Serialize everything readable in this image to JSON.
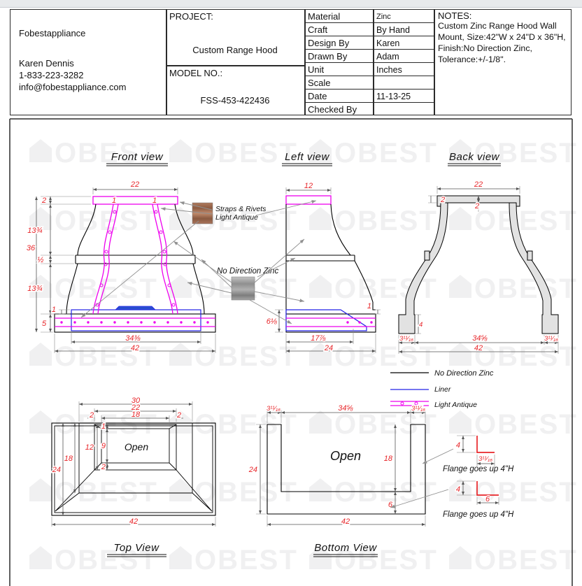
{
  "title_block": {
    "company": {
      "name": "Fobestappliance",
      "contact": "Karen Dennis",
      "phone": "1-833-223-3282",
      "email": "info@fobestappliance.com"
    },
    "project_label": "PROJECT:",
    "project_name": "Custom Range Hood",
    "model_label": "MODEL NO.:",
    "model_number": "FSS-453-422436",
    "fields": [
      {
        "label": "Material",
        "value": "Zinc"
      },
      {
        "label": "Craft",
        "value": "By Hand"
      },
      {
        "label": "Design By",
        "value": "Karen"
      },
      {
        "label": "Drawn By",
        "value": "Adam"
      },
      {
        "label": "Unit",
        "value": "Inches"
      },
      {
        "label": "Scale",
        "value": ""
      },
      {
        "label": "Date",
        "value": "11-13-25"
      },
      {
        "label": "Checked By",
        "value": ""
      }
    ],
    "notes_label": "NOTES:",
    "notes_text": "Custom Zinc Range Hood Wall Mount, Size:42\"W x 24\"D x 36\"H, Finish:No Direction Zinc, Tolerance:+/-1/8\"."
  },
  "views": {
    "front": {
      "title": "Front view",
      "dim_top_width": "22",
      "dim_crown_height": "2",
      "dim_upper_height": "13¾",
      "dim_total_height": "36",
      "dim_band_height": "½",
      "dim_lower_height": "13¾",
      "dim_liner_offset": "1",
      "dim_base_height": "5",
      "dim_liner_width": "34⅜",
      "dim_base_width": "42",
      "dim_strap_left": "1",
      "dim_strap_right": "1"
    },
    "left": {
      "title": "Left view",
      "dim_top_depth": "12",
      "dim_step": "1",
      "dim_base_height": "6⅛",
      "dim_liner_depth": "17⅞",
      "dim_base_depth": "24"
    },
    "back": {
      "title": "Back view",
      "dim_top_width": "22",
      "dim_end": "2",
      "dim_center": "2",
      "dim_foot_height": "4",
      "dim_inner_width": "34⅝",
      "dim_total_width": "42",
      "dim_foot_left": "3¹¹⁄₁₆",
      "dim_foot_right": "3¹¹⁄₁₆"
    },
    "top": {
      "title": "Top View",
      "open_label": "Open",
      "dim_w30": "30",
      "dim_w22": "22",
      "dim_w18": "18",
      "dim_left2": "2",
      "dim_right2": "2",
      "dim_t1": "1",
      "dim_v12": "12",
      "dim_v9": "9",
      "dim_v18": "18",
      "dim_v24": "24",
      "dim_b2": "2",
      "dim_w42": "42"
    },
    "bottom": {
      "title": "Bottom View",
      "open_label": "Open",
      "dim_left3": "3¹¹⁄₁₆",
      "dim_inner": "34⅝",
      "dim_right3": "3¹¹⁄₁₆",
      "dim_v24": "24",
      "dim_v18": "18",
      "dim_b6": "6",
      "dim_w42": "42"
    }
  },
  "callouts": {
    "straps_line1": "Straps &  Rivets",
    "straps_line2": "Light Antique",
    "zinc_label": "No Direction Zinc"
  },
  "legend": {
    "zinc": "No Direction Zinc",
    "liner": "Liner",
    "antique": "Light Antique"
  },
  "flange_top": {
    "dim_height": "4",
    "dim_width": "3¹¹⁄₁₆",
    "note": "Flange goes up 4\"H"
  },
  "flange_bottom": {
    "dim_height": "4",
    "dim_width": "6",
    "note": "Flange goes up 4\"H"
  },
  "watermark": {
    "text": "OBEST"
  },
  "colors": {
    "dimension_red": "#e8262a",
    "light_antique_magenta": "#ee00ee",
    "liner_blue": "#2323e6",
    "fill_gray": "#e2e2e2",
    "arrow_gray": "#909090",
    "antique_swatch": "#a9745c",
    "zinc_swatch": "#9a9a9a"
  }
}
